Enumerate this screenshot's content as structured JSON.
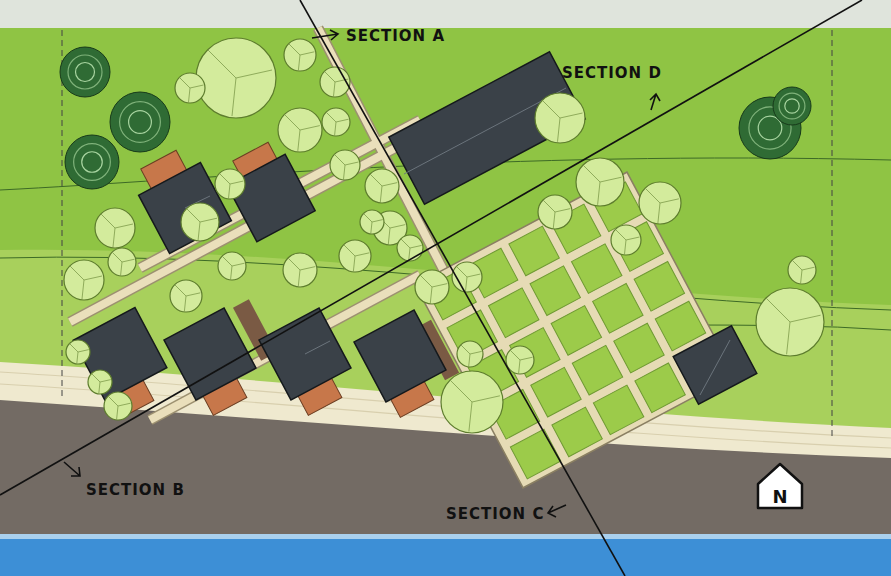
{
  "diagram": {
    "labels": [
      "SECTION A",
      "SECTION D",
      "SECTION B",
      "SECTION C",
      "N"
    ]
  }
}
